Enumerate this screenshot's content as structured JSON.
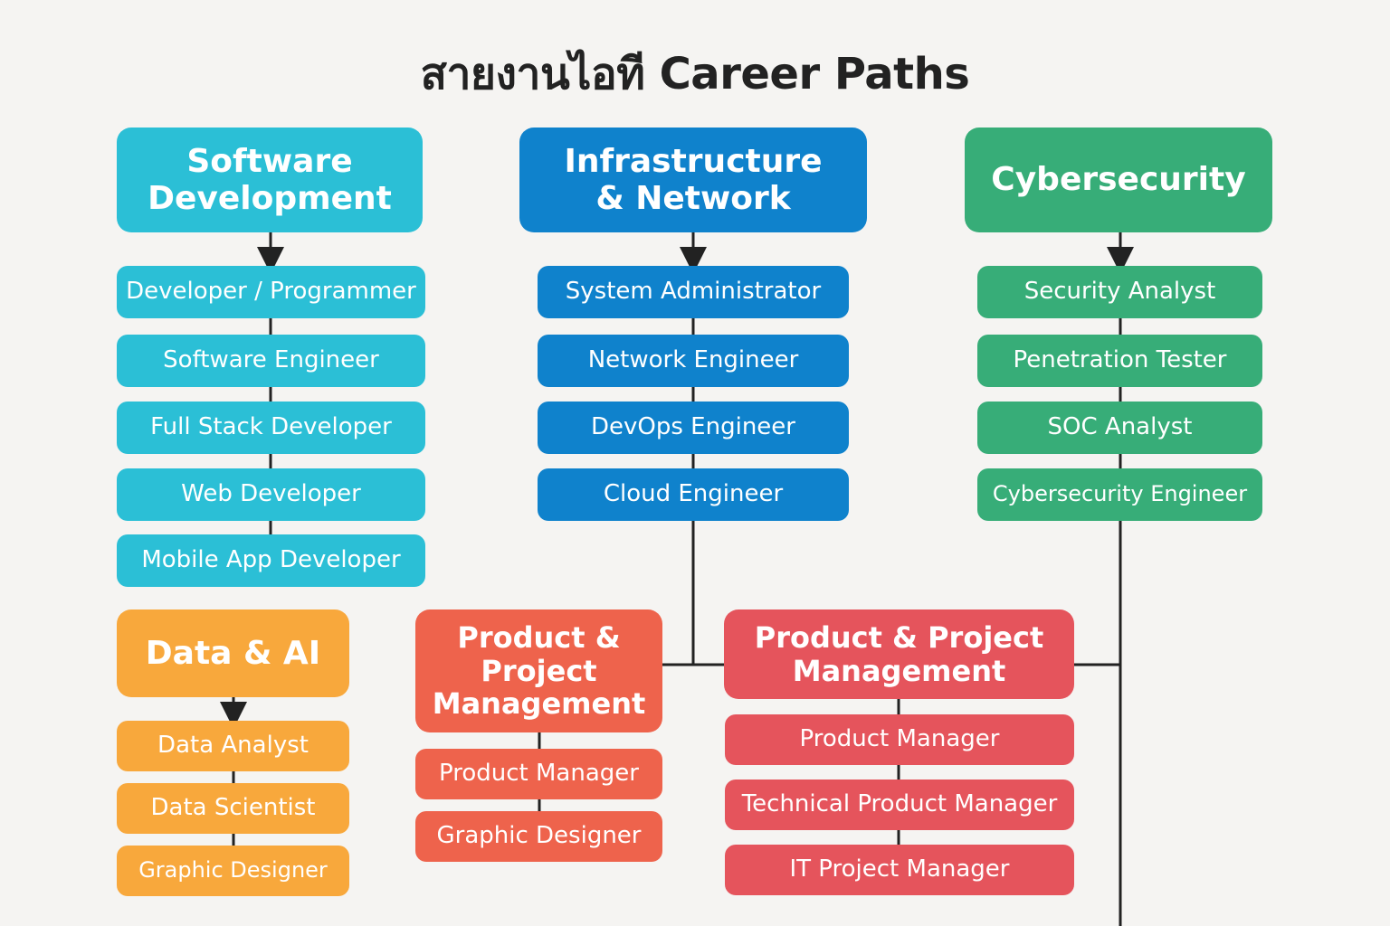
{
  "title": "สายงานไอที Career Paths",
  "colors": {
    "software": "#2bbfd6",
    "infrastructure": "#0f82cc",
    "cybersecurity": "#37ad78",
    "data_ai": "#f8a83c",
    "product_left": "#ee634c",
    "product_right": "#e5545c",
    "connector": "#222222"
  },
  "software": {
    "heading_line1": "Software",
    "heading_line2": "Development",
    "items": [
      "Developer / Programmer",
      "Software Engineer",
      "Full Stack Developer",
      "Web Developer",
      "Mobile App Developer"
    ]
  },
  "infrastructure": {
    "heading_line1": "Infrastructure",
    "heading_line2": "& Network",
    "items": [
      "System Administrator",
      "Network Engineer",
      "DevOps Engineer",
      "Cloud Engineer"
    ]
  },
  "cybersecurity": {
    "heading": "Cybersecurity",
    "items": [
      "Security Analyst",
      "Penetration Tester",
      "SOC Analyst",
      "Cybersecurity Engineer"
    ]
  },
  "data_ai": {
    "heading": "Data & AI",
    "items": [
      "Data Analyst",
      "Data Scientist",
      "Graphic Designer"
    ]
  },
  "product_left": {
    "heading_line1": "Product &",
    "heading_line2": "Project",
    "heading_line3": "Management",
    "items": [
      "Product Manager",
      "Graphic Designer"
    ]
  },
  "product_right": {
    "heading_line1": "Product & Project",
    "heading_line2": "Management",
    "items": [
      "Product Manager",
      "Technical Product Manager",
      "IT Project Manager"
    ]
  }
}
